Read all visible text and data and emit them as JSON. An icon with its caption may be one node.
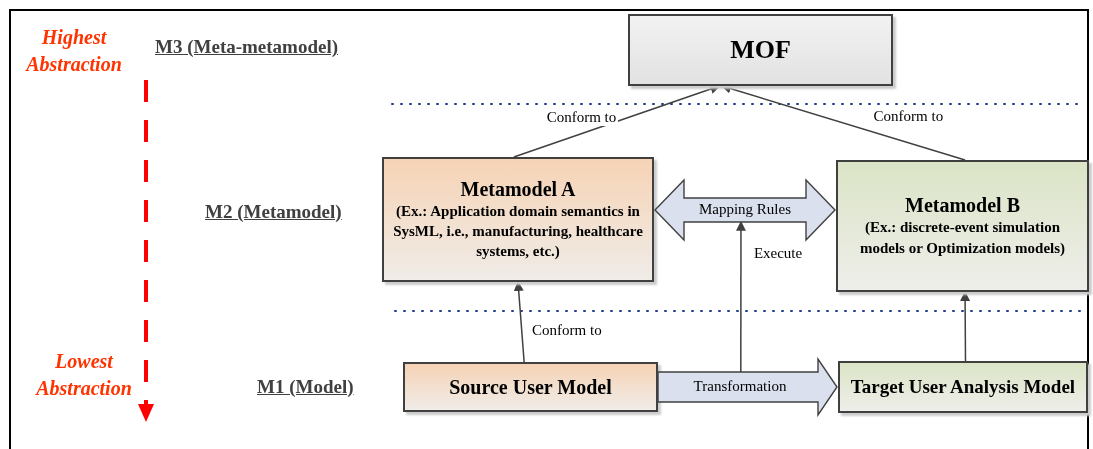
{
  "diagram": {
    "nodes": [
      {
        "text": [
          "MOF"
        ]
      },
      {
        "text": [
          "Metamodel A",
          "(Ex.: Application domain semantics in SysML, i.e., manufacturing, healthcare systems, etc.)"
        ]
      },
      {
        "text": [
          "Metamodel B",
          "(Ex.: discrete-event simulation models or Optimization models)"
        ]
      },
      {
        "text": [
          "Mapping Rules"
        ]
      },
      {
        "text": [
          "Source User Model"
        ]
      },
      {
        "text": [
          "Target User Analysis Model"
        ]
      },
      {
        "text": [
          "Transformation"
        ]
      }
    ],
    "edges": [
      {
        "from": 1,
        "to": 0,
        "arrow": "to",
        "label": "Conform to"
      },
      {
        "from": 2,
        "to": 0,
        "arrow": "to",
        "label": "Conform to"
      },
      {
        "from": 4,
        "to": 1,
        "arrow": "to",
        "label": "Conform to"
      },
      {
        "from": 5,
        "to": 2,
        "arrow": "to"
      },
      {
        "from": 6,
        "to": 3,
        "arrow": "to",
        "label": "Execute"
      },
      {
        "from": 1,
        "to": 2,
        "arrow": "both"
      },
      {
        "from": 4,
        "to": 5,
        "arrow": "to"
      }
    ],
    "labels": [
      "Highest Abstraction",
      "M3 (Meta-metamodel)",
      "M2 (Metamodel)",
      "Lowest Abstraction",
      "M1 (Model)"
    ]
  }
}
